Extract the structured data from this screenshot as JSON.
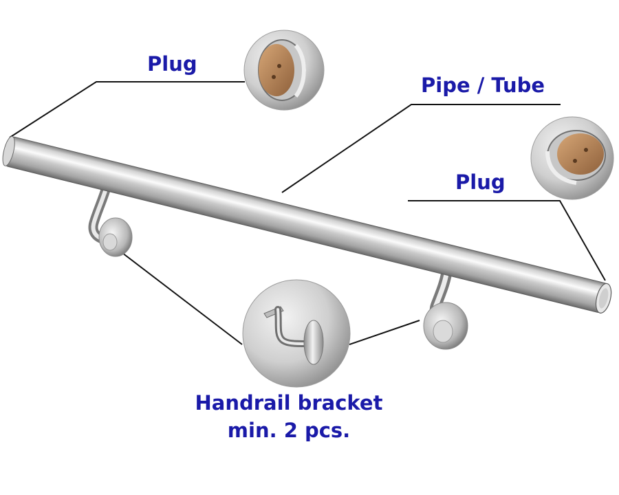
{
  "labels": {
    "plug_left": "Plug",
    "pipe": "Pipe / Tube",
    "plug_right": "Plug",
    "bracket_line1": "Handrail bracket",
    "bracket_line2": "min. 2 pcs."
  },
  "colors": {
    "label_text": "#1a1aa8",
    "leader_line": "#111111",
    "steel_light": "#f4f4f4",
    "steel_mid": "#b9b9b9",
    "steel_dark": "#6e6e6e",
    "plug_cap": "#b9855a"
  },
  "parts": {
    "components": [
      "handrail-pipe",
      "end-plug",
      "end-plug",
      "handrail-bracket",
      "handrail-bracket"
    ]
  }
}
